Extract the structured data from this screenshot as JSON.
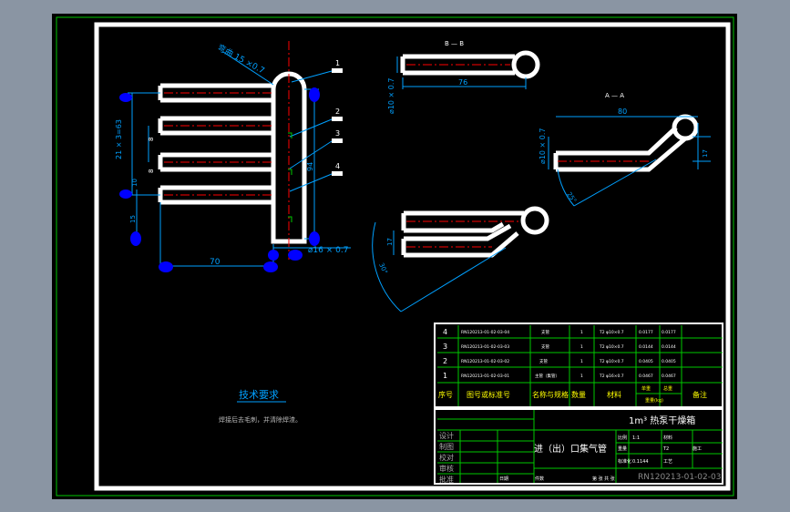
{
  "colors": {
    "background": "#8a95a3",
    "paper": "#000000",
    "frame": "#ffffff",
    "green": "#00c800",
    "blue": "#0000ff",
    "cyan": "#00a0ff",
    "red": "#ff0000",
    "yellow": "#ffff00"
  },
  "views": {
    "main": {
      "angle_label": "弯曲 15 ×0.7",
      "part_labels": [
        "1",
        "2",
        "3",
        "4"
      ],
      "dim_left_total": "21 × 3=63",
      "dim_8_a": "8",
      "dim_8_b": "8",
      "dim_10": "10",
      "dim_15": "15",
      "dim_height": "94",
      "dim_width": "70",
      "dim_pipe": "⌀16 × 0.7"
    },
    "section_b": {
      "title": "B — B",
      "dim_len": "76",
      "dim_dia": "⌀10 × 0.7"
    },
    "section_a": {
      "title": "A — A",
      "dim_len": "80",
      "dim_dia": "⌀10 × 0.7",
      "dim_h": "17",
      "dim_angle": "25°"
    },
    "section_c": {
      "dim_h": "17",
      "dim_angle": "30°"
    }
  },
  "tech": {
    "heading": "技术要求",
    "note": "焊接后去毛刺，并清除焊渣。"
  },
  "bom": {
    "rows": [
      {
        "no": "4",
        "code": "RN120213-01-02-03-04",
        "name": "支管",
        "qty": "1",
        "material": "T2 φ10×0.7",
        "unit": "0.0177",
        "total": "0.0177"
      },
      {
        "no": "3",
        "code": "RN120213-01-02-03-03",
        "name": "支管",
        "qty": "1",
        "material": "T2 φ10×0.7",
        "unit": "0.0144",
        "total": "0.0144"
      },
      {
        "no": "2",
        "code": "RN120213-01-02-03-02",
        "name": "支管",
        "qty": "1",
        "material": "T2 φ10×0.7",
        "unit": "0.0405",
        "total": "0.0405"
      },
      {
        "no": "1",
        "code": "RN120213-01-02-03-01",
        "name": "主管（集管）",
        "qty": "1",
        "material": "T2 φ16×0.7",
        "unit": "0.0467",
        "total": "0.0467"
      }
    ],
    "header": {
      "no": "序号",
      "code": "图号或标准号",
      "name": "名称与规格",
      "qty": "数量",
      "material": "材料",
      "unit": "单重",
      "total": "总重",
      "remark": "备注",
      "mass_unit": "重量(kg)"
    }
  },
  "title_block": {
    "company": "1m³ 热泵干燥箱",
    "part_name": "进（出）口集气管",
    "drawing_no": "RN120213-01-02-03",
    "roles": [
      "设计",
      "制图",
      "校对",
      "审核",
      "批准"
    ],
    "scale_label": "比例",
    "scale": "1:1",
    "weight_label": "重量",
    "weight": "0.1144",
    "sheet_label": "第 张 共 张",
    "material_label": "材料",
    "material": "T2",
    "process_label": "工艺",
    "standard_label": "标准化",
    "qty_label": "件数",
    "date_label": "日期",
    "craft": "施工"
  }
}
